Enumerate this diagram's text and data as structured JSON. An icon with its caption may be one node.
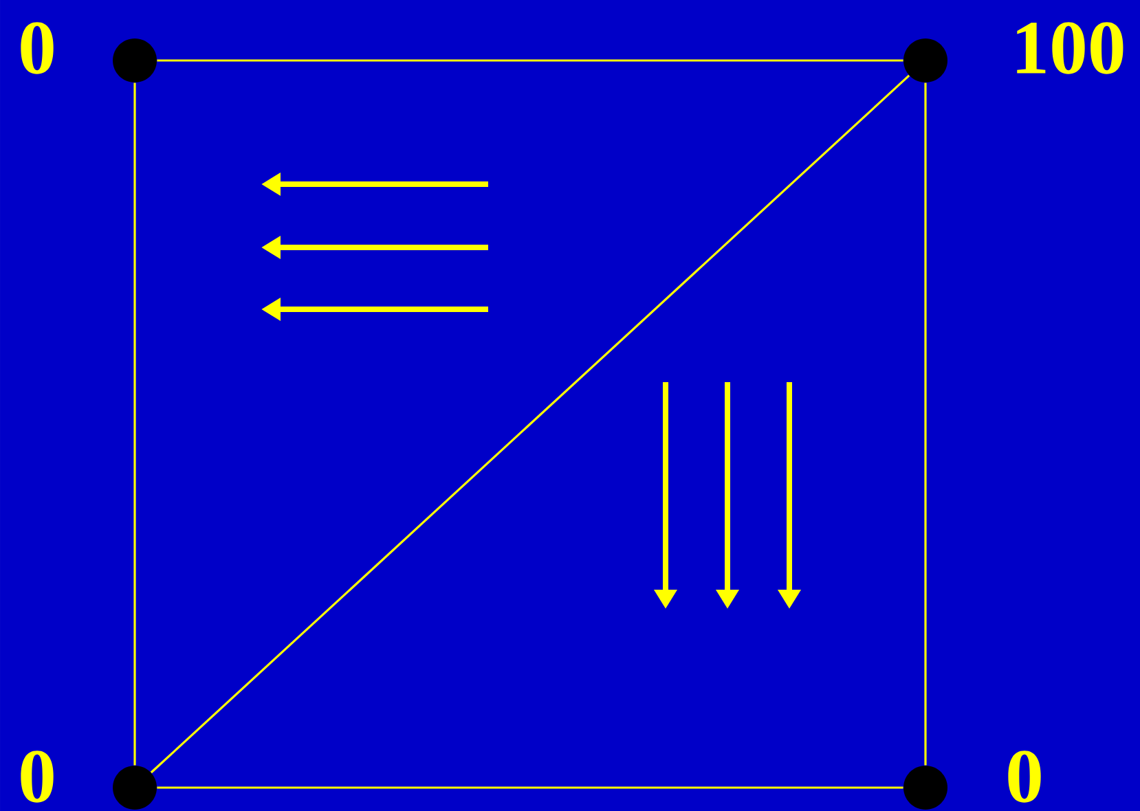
{
  "diagram": {
    "nodes": [
      {
        "text": [],
        "shape": "circle",
        "beside": [
          "0"
        ]
      },
      {
        "text": [],
        "shape": "circle",
        "beside": [
          "100"
        ]
      },
      {
        "text": [],
        "shape": "circle",
        "beside": [
          "0"
        ]
      },
      {
        "text": [],
        "shape": "circle",
        "beside": [
          "0"
        ]
      }
    ],
    "edges": [
      {
        "from": 0,
        "to": 1,
        "arrow": "none"
      },
      {
        "from": 1,
        "to": 3,
        "arrow": "none"
      },
      {
        "from": 3,
        "to": 2,
        "arrow": "none"
      },
      {
        "from": 2,
        "to": 0,
        "arrow": "none"
      },
      {
        "from": 2,
        "to": 1,
        "arrow": "none"
      }
    ]
  }
}
